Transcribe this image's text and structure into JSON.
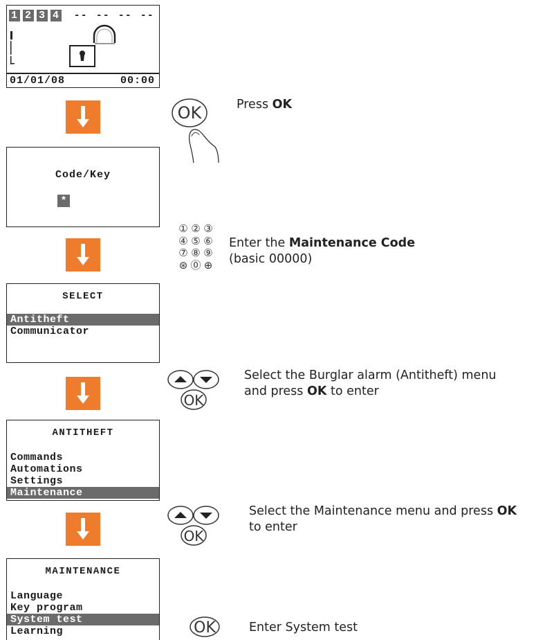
{
  "screen1": {
    "zones": [
      "1",
      "2",
      "3",
      "4"
    ],
    "dashes": [
      "--",
      "--",
      "--",
      "--"
    ],
    "date": "01/01/08",
    "time": "00:00"
  },
  "screen2": {
    "title": "Code/Key",
    "mask": "*"
  },
  "screen3": {
    "title": "SELECT",
    "items": [
      "Antitheft",
      "Communicator"
    ],
    "selected_index": 0
  },
  "screen4": {
    "title": "ANTITHEFT",
    "items": [
      "Commands",
      "Automations",
      "Settings",
      "Maintenance"
    ],
    "selected_index": 3
  },
  "screen5": {
    "title": "MAINTENANCE",
    "items": [
      "Language",
      "Key program",
      "System test",
      "Learning"
    ],
    "selected_index": 2
  },
  "keys": {
    "ok_label": "OK",
    "digits": [
      "①",
      "②",
      "③",
      "④",
      "⑤",
      "⑥",
      "⑦",
      "⑧",
      "⑨",
      "⊛",
      "⓪",
      "⊕"
    ]
  },
  "steps": {
    "s1_pre": "Press ",
    "s1_bold": "OK",
    "s2_pre": "Enter the ",
    "s2_bold": "Maintenance Code",
    "s2_line2": "(basic 00000)",
    "s3_line1": "Select the Burglar alarm (Antitheft) menu",
    "s3_line2_pre": "and press ",
    "s3_line2_bold": "OK",
    "s3_line2_post": " to enter",
    "s4_line1_pre": "Select the Maintenance menu and press ",
    "s4_line1_bold": "OK",
    "s4_line2": "to enter",
    "s5": "Enter System test"
  },
  "colors": {
    "arrow": "#ef7b2d",
    "highlight": "#6b6b6b"
  }
}
